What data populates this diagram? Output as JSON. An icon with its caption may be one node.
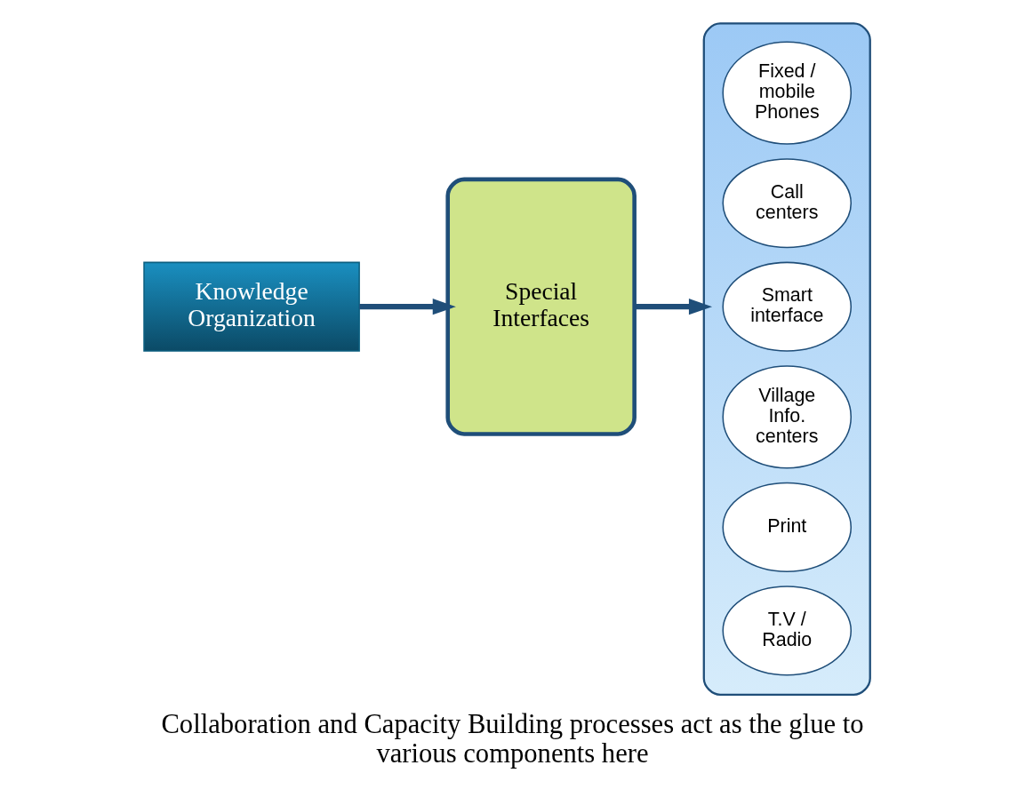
{
  "diagram": {
    "caption": "Collaboration and Capacity Building processes act as the glue to various components here",
    "nodes": [
      {
        "text": [
          "Knowledge Organization"
        ]
      },
      {
        "text": [
          "Special Interfaces"
        ]
      },
      {
        "text": [],
        "shape": "box"
      },
      {
        "text": [
          "T.V / Radio"
        ],
        "in": 2
      },
      {
        "text": [
          "Print"
        ],
        "in": 2
      },
      {
        "text": [
          "Village Info. centers"
        ],
        "in": 2
      },
      {
        "text": [
          "Smart interface"
        ],
        "in": 2
      },
      {
        "text": [
          "Call centers"
        ],
        "in": 2
      },
      {
        "text": [
          "Fixed / mobile Phones"
        ],
        "in": 2
      }
    ],
    "edges": [
      {
        "from": 0,
        "to": 1,
        "arrow": "to"
      },
      {
        "from": 1,
        "to": 2,
        "arrow": "to"
      }
    ]
  }
}
